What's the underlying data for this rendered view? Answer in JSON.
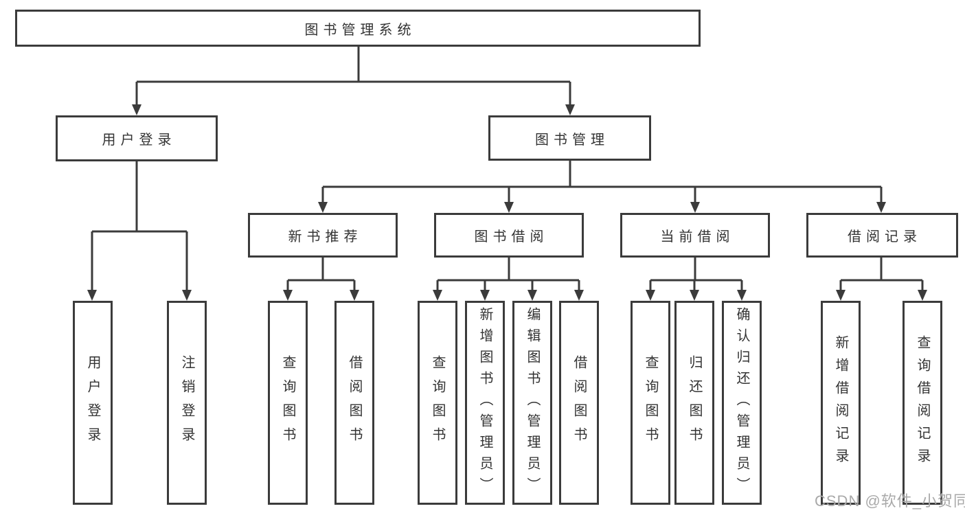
{
  "colors": {
    "line": "#3b3b3b",
    "text": "#333333",
    "background": "#ffffff",
    "watermark_color": "#a9a9a9"
  },
  "tree": {
    "root": {
      "label": "图书管理系统"
    },
    "branches": [
      {
        "label": "用户登录",
        "children": [
          {
            "label": "用户登录"
          },
          {
            "label": "注销登录"
          }
        ]
      },
      {
        "label": "图书管理",
        "children": [
          {
            "label": "新书推荐",
            "children": [
              {
                "label": "查询图书"
              },
              {
                "label": "借阅图书"
              }
            ]
          },
          {
            "label": "图书借阅",
            "children": [
              {
                "label": "查询图书"
              },
              {
                "label": "新增图书（管理员）"
              },
              {
                "label": "编辑图书（管理员）"
              },
              {
                "label": "借阅图书"
              }
            ]
          },
          {
            "label": "当前借阅",
            "children": [
              {
                "label": "查询图书"
              },
              {
                "label": "归还图书"
              },
              {
                "label": "确认归还（管理员）"
              }
            ]
          },
          {
            "label": "借阅记录",
            "children": [
              {
                "label": "新增借阅记录"
              },
              {
                "label": "查询借阅记录"
              }
            ]
          }
        ]
      }
    ]
  },
  "watermark": {
    "text": "CSDN @软件_小贺同学"
  }
}
